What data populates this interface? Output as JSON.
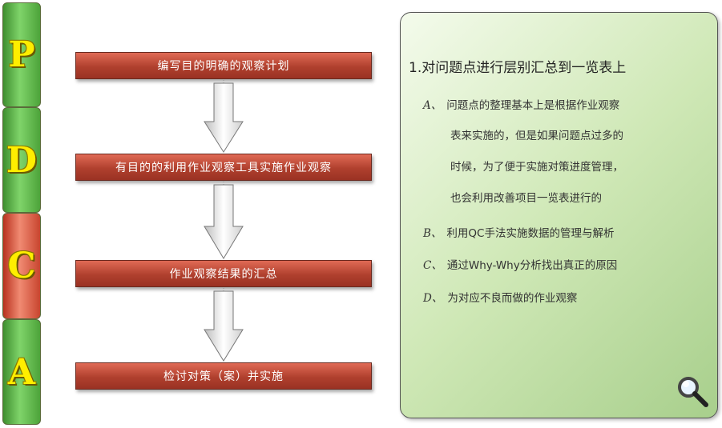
{
  "pdca": [
    "P",
    "D",
    "C",
    "A"
  ],
  "steps": [
    "编写目的明确的观察计划",
    "有目的的利用作业观察工具实施作业观察",
    "作业观察结果的汇总",
    "检讨对策（案）并实施"
  ],
  "panel": {
    "heading": "1.对问题点进行层别汇总到一览表上",
    "items": [
      {
        "label": "A、",
        "lines": [
          "问题点的整理基本上是根据作业观察",
          "表来实施的，但是如果问题点过多的",
          "时候，为了便于实施对策进度管理，",
          "也会利用改善项目一览表进行的"
        ]
      },
      {
        "label": "B、",
        "lines": [
          "利用QC手法实施数据的管理与解析"
        ]
      },
      {
        "label": "C、",
        "lines": [
          "通过Why-Why分析找出真正的原因"
        ]
      },
      {
        "label": "D、",
        "lines": [
          "为对应不良而做的作业观察"
        ]
      }
    ]
  },
  "icons": {
    "magnifier": "magnifier-icon"
  },
  "colors": {
    "green": "#5cbf47",
    "red": "#e06a55",
    "panel": "#cfe8b6",
    "letter": "#ffee00"
  }
}
